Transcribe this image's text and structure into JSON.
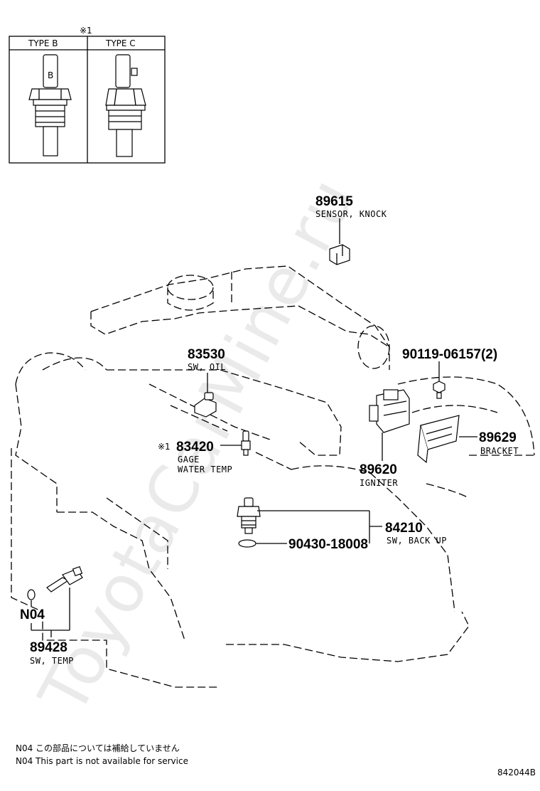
{
  "inset": {
    "ref_mark": "※1",
    "types": [
      "TYPE B",
      "TYPE C"
    ],
    "type_b_glyph": "B"
  },
  "parts": {
    "knock_sensor": {
      "number": "89615",
      "name": "SENSOR, KNOCK"
    },
    "oil_switch": {
      "number": "83530",
      "name": "SW, OIL"
    },
    "water_temp_gage": {
      "ref_mark": "※1",
      "number": "83420",
      "name_line1": "GAGE",
      "name_line2": "WATER TEMP"
    },
    "bolt": {
      "number": "90119-06157(2)"
    },
    "igniter": {
      "number": "89620",
      "name": "IGNITER"
    },
    "bracket": {
      "number": "89629",
      "name": "BRACKET"
    },
    "backup_switch": {
      "number": "84210",
      "name": "SW, BACK UP"
    },
    "gasket": {
      "number": "90430-18008"
    },
    "not_serviced": {
      "number": "N04"
    },
    "temp_switch": {
      "number": "89428",
      "name": "SW, TEMP"
    }
  },
  "notes": {
    "jp": "N04 この部品については補給していません",
    "en": "N04 This part is not available for service"
  },
  "diagram_id": "842044B",
  "watermark": "ToyotaCarMine.ru"
}
